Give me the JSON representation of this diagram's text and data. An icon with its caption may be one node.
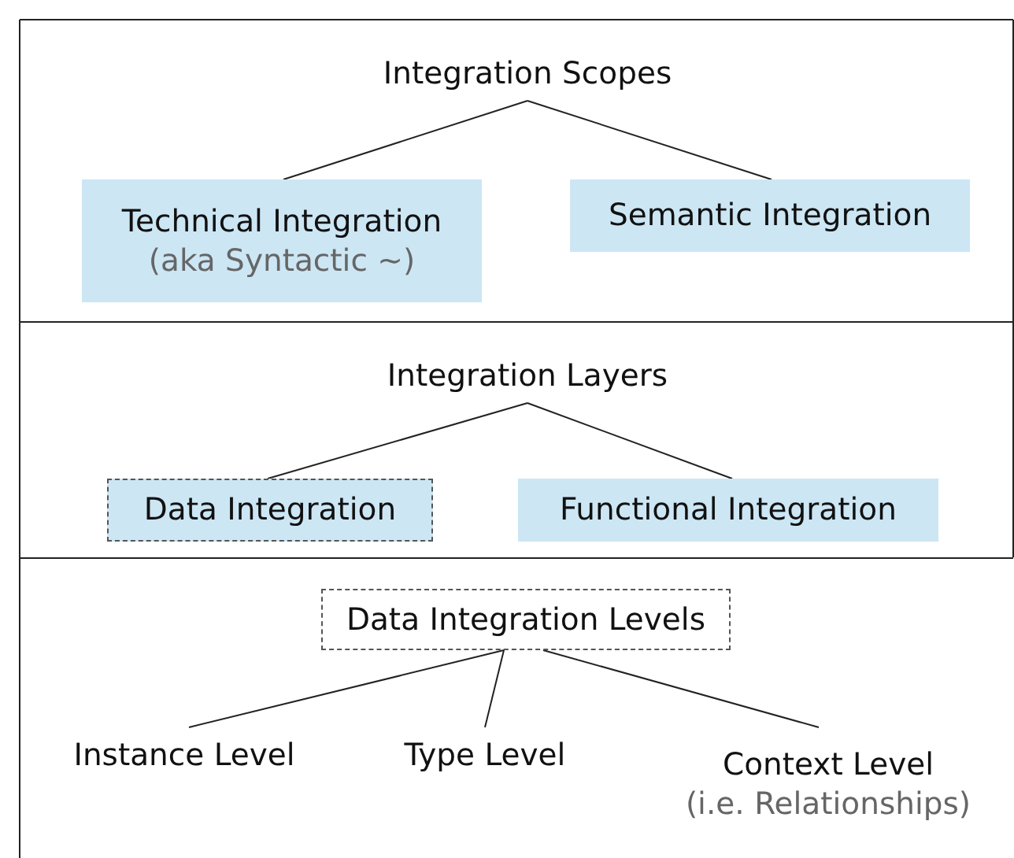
{
  "diagram": {
    "nodes": [
      {
        "text": [
          "Integration Scopes"
        ]
      },
      {
        "text": [
          "Technical Integration",
          "(aka Syntactic ∼)"
        ]
      },
      {
        "text": [
          "Semantic Integration"
        ]
      },
      {
        "text": [
          "Integration Layers"
        ]
      },
      {
        "text": [
          "Data Integration"
        ]
      },
      {
        "text": [
          "Functional Integration"
        ]
      },
      {
        "text": [
          "Data Integration Levels"
        ]
      },
      {
        "text": [
          "Instance Level"
        ]
      },
      {
        "text": [
          "Type Level"
        ]
      },
      {
        "text": [
          "Context Level",
          "(i.e. Relationships)"
        ]
      }
    ],
    "edges": [
      {
        "from": 0,
        "to": 1,
        "arrow": "none"
      },
      {
        "from": 0,
        "to": 2,
        "arrow": "none"
      },
      {
        "from": 3,
        "to": 4,
        "arrow": "none"
      },
      {
        "from": 3,
        "to": 5,
        "arrow": "none"
      },
      {
        "from": 6,
        "to": 7,
        "arrow": "none"
      },
      {
        "from": 6,
        "to": 8,
        "arrow": "none"
      },
      {
        "from": 6,
        "to": 9,
        "arrow": "none"
      }
    ]
  }
}
